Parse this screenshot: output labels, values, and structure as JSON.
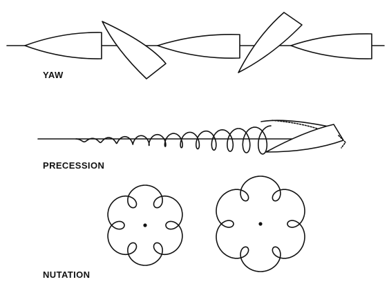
{
  "labels": {
    "yaw": "YAW",
    "precession": "PRECESSION",
    "nutation": "NUTATION"
  },
  "colors": {
    "ink": "#111111",
    "background": "#ffffff"
  }
}
